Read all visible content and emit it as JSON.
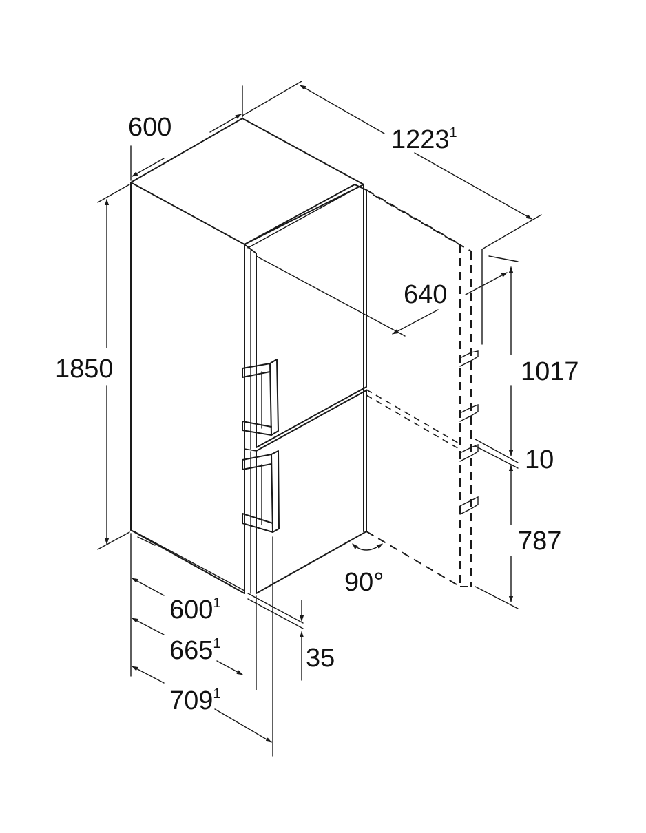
{
  "labels": {
    "top_width": "600",
    "total_depth_door_open": "1223",
    "total_depth_door_open_sup": "1",
    "height": "1850",
    "door_depth": "640",
    "upper_door_height": "1017",
    "door_gap": "10",
    "lower_door_height": "787",
    "door_angle": "90°",
    "depth_body": "600",
    "depth_body_sup": "1",
    "depth_with_door": "665",
    "depth_with_door_sup": "1",
    "depth_with_handle": "709",
    "depth_with_handle_sup": "1",
    "handle_offset": "35"
  },
  "colors": {
    "line": "#1a1a1a",
    "background": "#ffffff"
  }
}
